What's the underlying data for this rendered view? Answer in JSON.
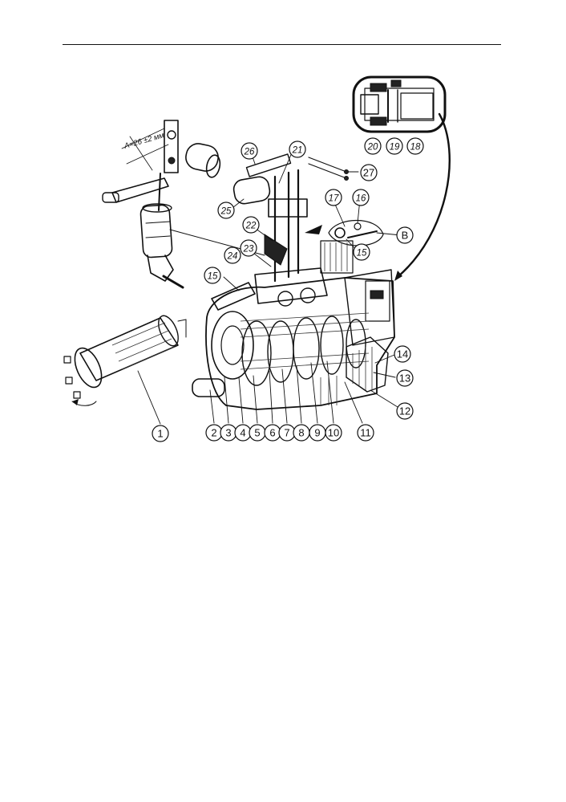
{
  "figure": {
    "dimension_label": "A=26 ±2 мм",
    "callouts": [
      {
        "id": "c1",
        "label": "1",
        "style": "upright"
      },
      {
        "id": "c2",
        "label": "2",
        "style": "upright"
      },
      {
        "id": "c3",
        "label": "3",
        "style": "upright"
      },
      {
        "id": "c4",
        "label": "4",
        "style": "upright"
      },
      {
        "id": "c5",
        "label": "5",
        "style": "upright"
      },
      {
        "id": "c6",
        "label": "6",
        "style": "upright"
      },
      {
        "id": "c7",
        "label": "7",
        "style": "upright"
      },
      {
        "id": "c8",
        "label": "8",
        "style": "upright"
      },
      {
        "id": "c9",
        "label": "9",
        "style": "upright"
      },
      {
        "id": "c10",
        "label": "10",
        "style": "upright"
      },
      {
        "id": "c11",
        "label": "11",
        "style": "upright"
      },
      {
        "id": "c12",
        "label": "12",
        "style": "upright"
      },
      {
        "id": "c13",
        "label": "13",
        "style": "upright"
      },
      {
        "id": "c14",
        "label": "14",
        "style": "upright"
      },
      {
        "id": "c15a",
        "label": "15",
        "style": "italic"
      },
      {
        "id": "c15b",
        "label": "15",
        "style": "italic"
      },
      {
        "id": "c16",
        "label": "16",
        "style": "italic"
      },
      {
        "id": "c17",
        "label": "17",
        "style": "italic"
      },
      {
        "id": "c18",
        "label": "18",
        "style": "italic"
      },
      {
        "id": "c19",
        "label": "19",
        "style": "italic"
      },
      {
        "id": "c20",
        "label": "20",
        "style": "italic"
      },
      {
        "id": "c21",
        "label": "21",
        "style": "italic"
      },
      {
        "id": "c22",
        "label": "22",
        "style": "italic"
      },
      {
        "id": "c23",
        "label": "23",
        "style": "italic"
      },
      {
        "id": "c24",
        "label": "24",
        "style": "italic"
      },
      {
        "id": "c25",
        "label": "25",
        "style": "italic"
      },
      {
        "id": "c26",
        "label": "26",
        "style": "italic"
      },
      {
        "id": "c27",
        "label": "27",
        "style": "upright"
      },
      {
        "id": "cB",
        "label": "B",
        "style": "upright"
      }
    ]
  }
}
